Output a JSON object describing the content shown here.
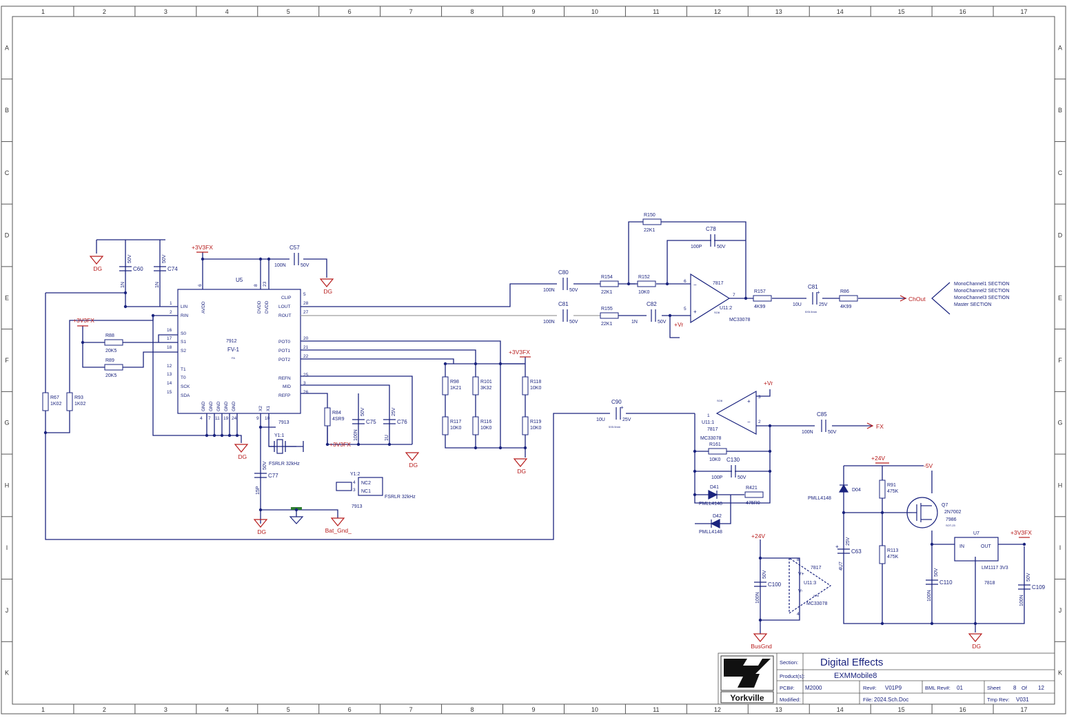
{
  "frame": {
    "columns": [
      "1",
      "2",
      "3",
      "4",
      "5",
      "6",
      "7",
      "8",
      "9",
      "10",
      "11",
      "12",
      "13",
      "14",
      "15",
      "16",
      "17"
    ],
    "rows": [
      "A",
      "B",
      "C",
      "D",
      "E",
      "F",
      "G",
      "H",
      "I",
      "J",
      "K"
    ]
  },
  "nets": {
    "v33_1": "+3V3FX",
    "v33_2": "+3V3FX",
    "v33_3": "+3V3FX",
    "v33_4": "+3V3FX",
    "v33_5": "+3V3FX",
    "vr_1": "+Vr",
    "vr_2": "+Vr",
    "v24_1": "+24V",
    "v24_2": "+24V",
    "m5v": "-5V",
    "chout": "ChOut",
    "fx": "FX",
    "dg_1": "DG",
    "dg_2": "DG",
    "dg_3": "DG",
    "dg_4": "DG",
    "dg_5": "DG",
    "dg_6": "DG",
    "dg_7": "DG",
    "bat_gnd": "Bat_Gnd_",
    "busgnd": "BusGnd"
  },
  "u5": {
    "ref": "U5",
    "part": "7912",
    "name": "FV-1",
    "pkg": "FA",
    "pins_left": [
      "LIN",
      "RIN",
      "S0",
      "S1",
      "S2",
      "T1",
      "T0",
      "SCK",
      "SDA"
    ],
    "pins_left_num": [
      "1",
      "2",
      "16",
      "17",
      "18",
      "12",
      "13",
      "14",
      "15"
    ],
    "pins_right": [
      "CLIP",
      "LOUT",
      "ROUT",
      "POT0",
      "POT1",
      "POT2",
      "REFN",
      "MID",
      "REFP"
    ],
    "pins_right_num": [
      "5",
      "28",
      "27",
      "20",
      "21",
      "22",
      "25",
      "3",
      "26"
    ],
    "pins_top": [
      "AVDD",
      "DVDD",
      "DVDD"
    ],
    "pins_top_num": [
      "6",
      "8",
      "23"
    ],
    "pins_bottom": [
      "GND",
      "GND",
      "GND",
      "GND",
      "GND",
      "X2",
      "X1"
    ],
    "pins_bottom_num": [
      "4",
      "7",
      "11",
      "19",
      "24",
      "9",
      "10"
    ]
  },
  "caps": {
    "c60a": {
      "ref": "C60",
      "value": "1N",
      "volt": "50V"
    },
    "c74": {
      "ref": "C74",
      "value": "1N",
      "volt": "50V"
    },
    "c57": {
      "ref": "C57",
      "value": "100N",
      "volt": "50V"
    },
    "c75": {
      "ref": "C75",
      "value": "100N",
      "volt": "50V"
    },
    "c76": {
      "ref": "C76",
      "value": "1U",
      "volt": "25V"
    },
    "c77": {
      "ref": "C77",
      "value": "15P",
      "volt": "50V"
    },
    "c80": {
      "ref": "C80",
      "value": "100N",
      "volt": "50V"
    },
    "c81a": {
      "ref": "C81",
      "value": "100N",
      "volt": "50V"
    },
    "c82": {
      "ref": "C82",
      "value": "1N",
      "volt": "50V"
    },
    "c78": {
      "ref": "C78",
      "value": "100P",
      "volt": "50V"
    },
    "c81b": {
      "ref": "C81",
      "value": "10U",
      "volt": "25V",
      "pkg": "5X5.5mm"
    },
    "c90": {
      "ref": "C90",
      "value": "10U",
      "volt": "25V",
      "pkg": "5X5.5mm"
    },
    "c85": {
      "ref": "C85",
      "value": "100N",
      "volt": "50V"
    },
    "c130": {
      "ref": "C130",
      "value": "100P",
      "volt": "50V"
    },
    "c63": {
      "ref": "C63",
      "value": "4U7",
      "volt": "25V"
    },
    "c100": {
      "ref": "C100",
      "value": "100N",
      "volt": "50V"
    },
    "c110": {
      "ref": "C110",
      "value": "100N",
      "volt": "50V"
    },
    "c109": {
      "ref": "C109",
      "value": "100N",
      "volt": "50V"
    }
  },
  "resistors": {
    "r67": {
      "ref": "R67",
      "value": "1K02"
    },
    "r93": {
      "ref": "R93",
      "value": "1K02"
    },
    "r88": {
      "ref": "R88",
      "value": "20K5"
    },
    "r89": {
      "ref": "R89",
      "value": "20K5"
    },
    "r84": {
      "ref": "R84",
      "value": "4SR9"
    },
    "r98": {
      "ref": "R98",
      "value": "1K21"
    },
    "r101": {
      "ref": "R101",
      "value": "3K32"
    },
    "r118": {
      "ref": "R118",
      "value": "10K0"
    },
    "r117": {
      "ref": "R117",
      "value": "10K0"
    },
    "r116": {
      "ref": "R116",
      "value": "10K0"
    },
    "r119": {
      "ref": "R119",
      "value": "10K0"
    },
    "r150": {
      "ref": "R150",
      "value": "22K1"
    },
    "r154": {
      "ref": "R154",
      "value": "22K1"
    },
    "r155": {
      "ref": "R155",
      "value": "22K1"
    },
    "r152": {
      "ref": "R152",
      "value": "10K0"
    },
    "r157": {
      "ref": "R157",
      "value": "4K99"
    },
    "r86": {
      "ref": "R86",
      "value": "4K99"
    },
    "r161": {
      "ref": "R161",
      "value": "10K0"
    },
    "r421": {
      "ref": "R421",
      "value": "475R0"
    },
    "r91": {
      "ref": "R91",
      "value": "475K"
    },
    "r113": {
      "ref": "R113",
      "value": "475K"
    }
  },
  "opamps": {
    "u11_2": {
      "ref": "U11:2",
      "part": "7817",
      "pkg": "SO8",
      "name": "MC33078",
      "pin_a": "6",
      "pin_b": "5",
      "pin_o": "7"
    },
    "u11_1": {
      "ref": "U11:1",
      "part": "7817",
      "pkg": "SO8",
      "name": "MC33078",
      "pin_a": "3",
      "pin_b": "2",
      "pin_o": "1"
    },
    "u11_3": {
      "ref": "U11:3",
      "part": "7817",
      "pkg": "SO8",
      "name": "MC33078",
      "vp": "V+",
      "vm": "V-",
      "pin_a": "8",
      "pin_b": "4"
    }
  },
  "diodes": {
    "d41": {
      "ref": "D41",
      "part": "PMLL4148"
    },
    "d42": {
      "ref": "D42",
      "part": "PMLL4148"
    },
    "d04": {
      "ref": "D04",
      "part": "PMLL4148"
    }
  },
  "crystal": {
    "ref": "Y1:1",
    "part": "7913",
    "name": "FSRLR 32kHz"
  },
  "crystal2": {
    "ref": "Y1:2",
    "pin_a": "NC2",
    "pin_b": "NC1",
    "num_a": "4",
    "num_b": "3",
    "part": "7913",
    "name": "FSRLR 32kHz"
  },
  "q7": {
    "ref": "Q7",
    "part": "2N7002",
    "code": "7986",
    "pkg": "SOT-23"
  },
  "u7": {
    "ref": "U7",
    "in": "IN",
    "out": "OUT",
    "part": "LM1117 3V3",
    "code": "7818"
  },
  "section_note": [
    "MonoChannel1 SECTION",
    "MonoChannel2 SECTION",
    "MonoChannel3 SECTION",
    "Master SECTION"
  ],
  "title_block": {
    "logo": "Yorkville",
    "section_label": "Section:",
    "section": "Digital Effects",
    "product_label": "Product(s):",
    "product": "EXMMobile8",
    "pcb_label": "PCB#:",
    "pcb": "M2000",
    "rev_label": "Rev#:",
    "rev": "V01P9",
    "bml_label": "BML Rev#:",
    "bml": "01",
    "sheet_label": "Sheet",
    "sheet": "8",
    "of_label": "Of",
    "sheets": "12",
    "modified_label": "Modified:",
    "file_label": "File:",
    "file": "2024.Sch.Doc",
    "tmp_label": "Tmp Rev:",
    "tmp": "V031"
  }
}
